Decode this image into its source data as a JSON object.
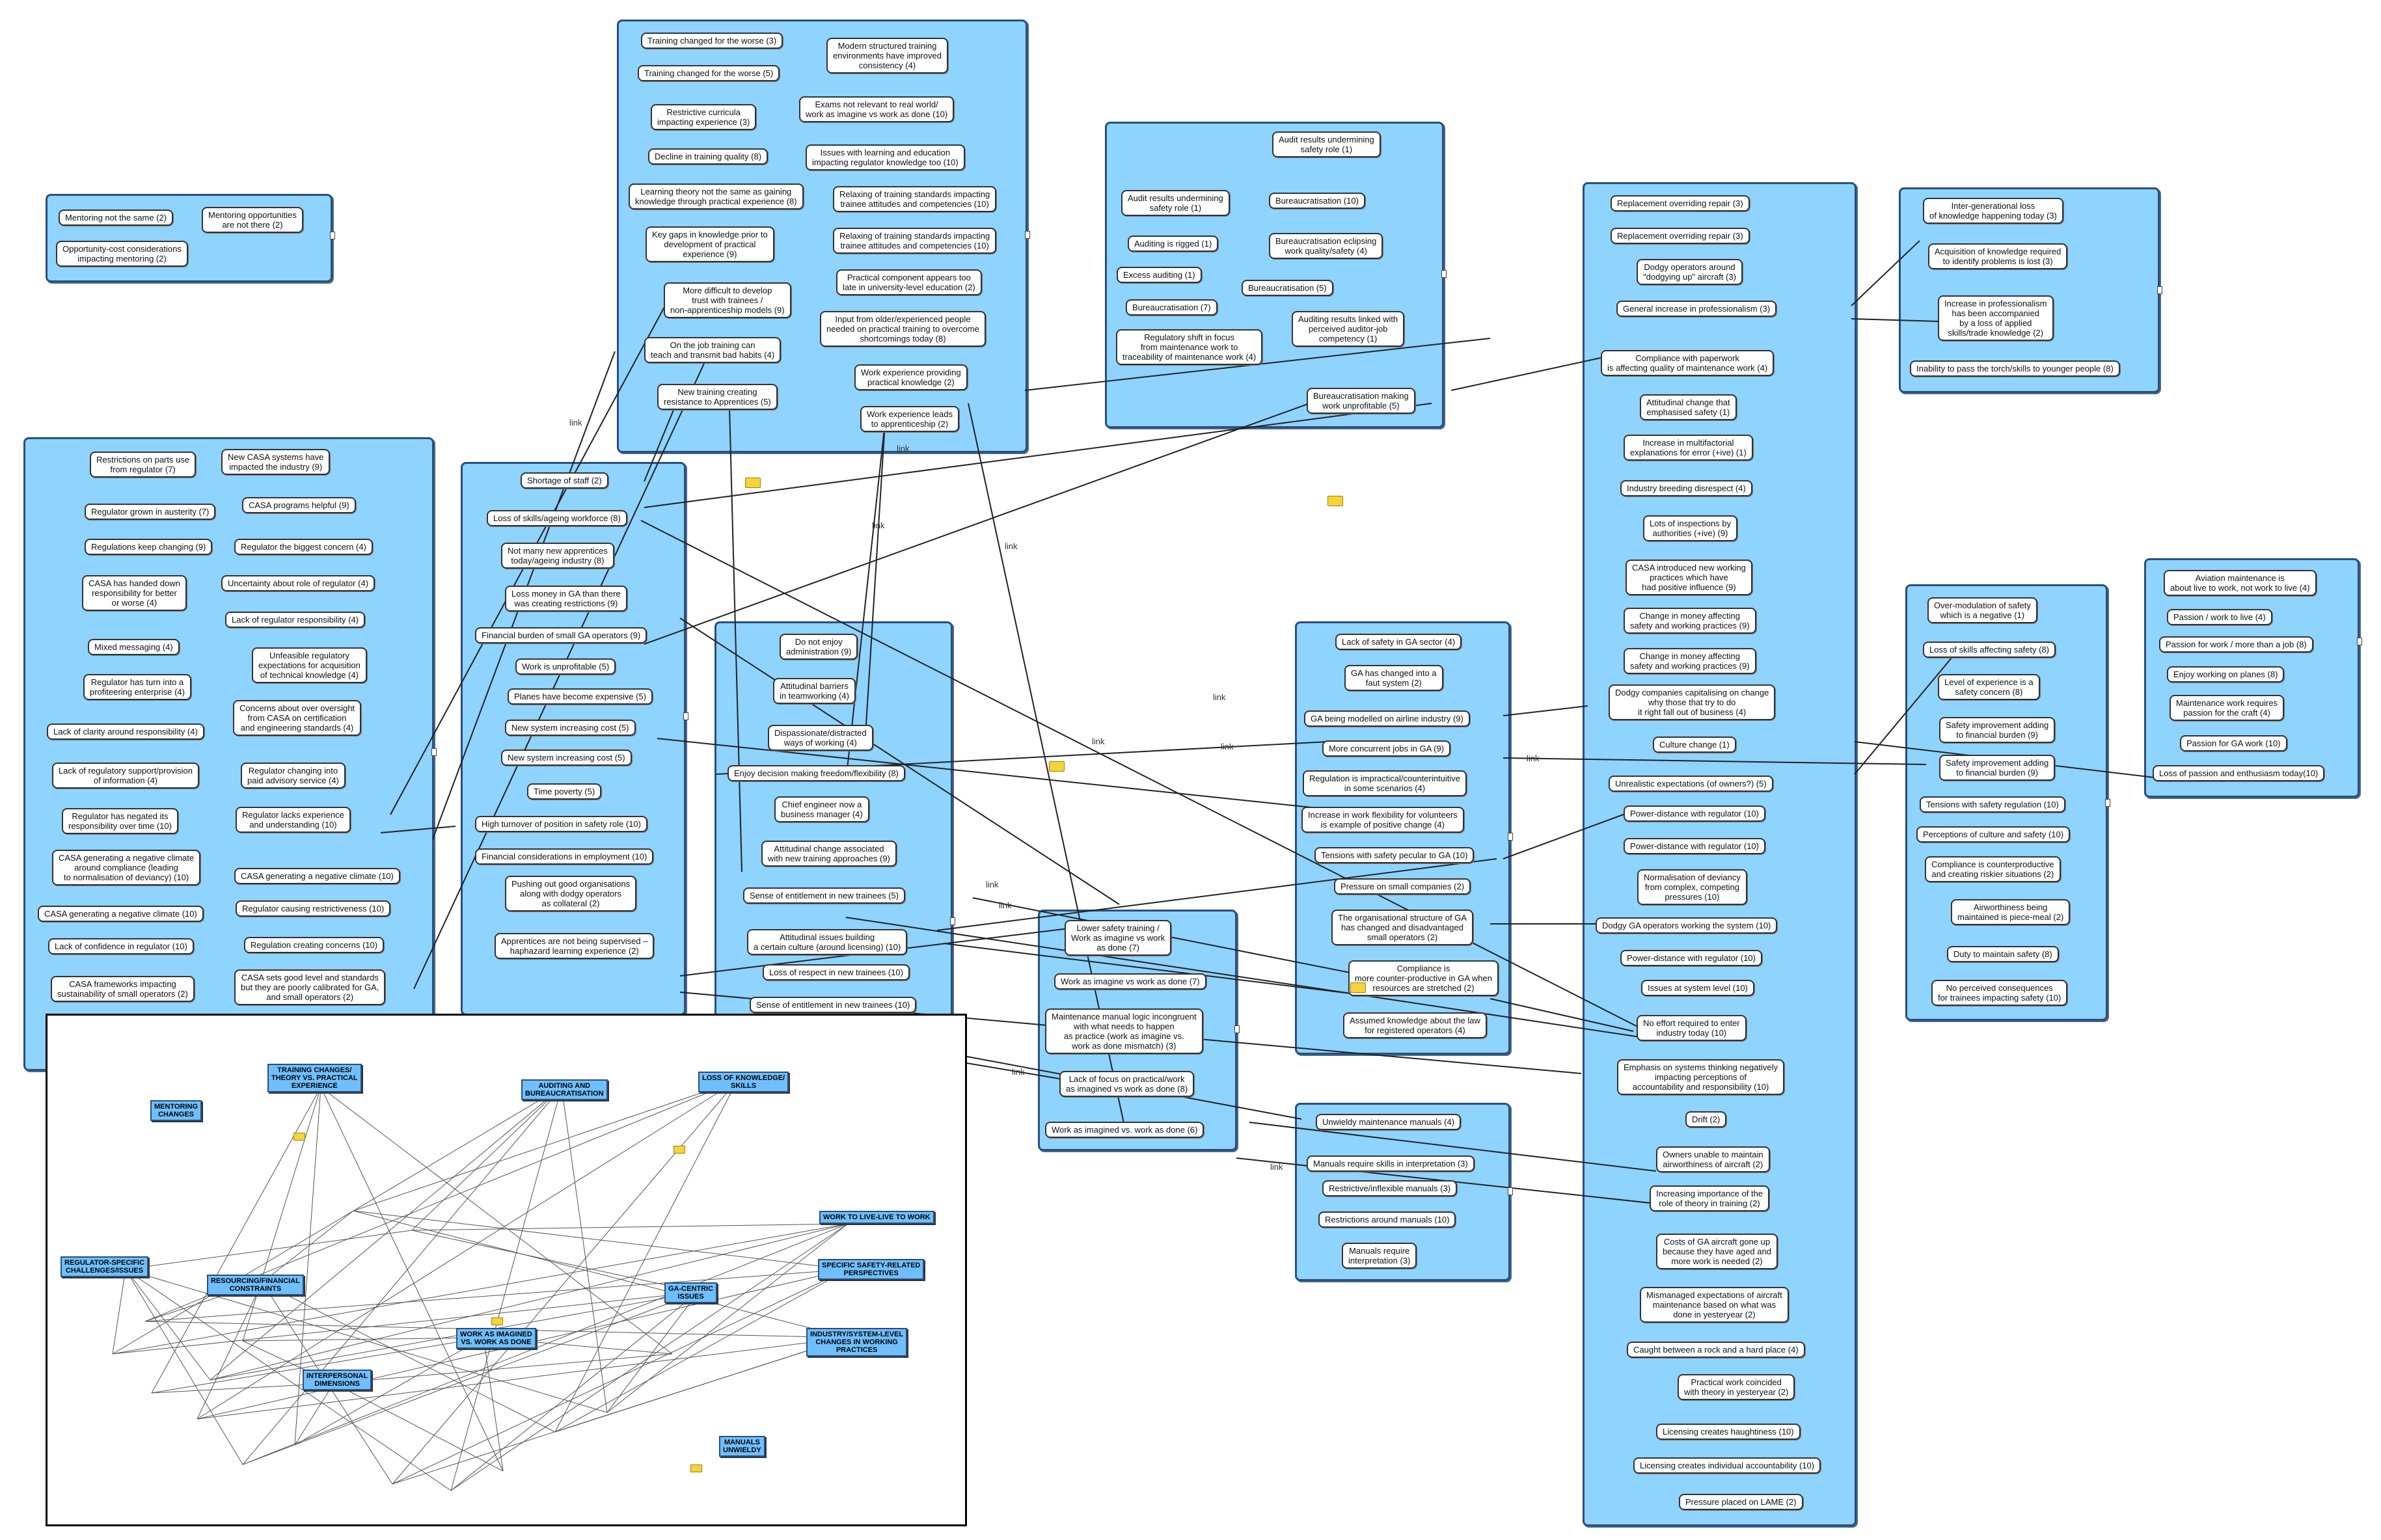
{
  "edge_label": "link",
  "groups": {
    "mentoring": {
      "nodes": [
        "Mentoring not the same (2)",
        "Mentoring opportunities\nare not there (2)",
        "Opportunity-cost considerations\nimpacting mentoring (2)"
      ]
    },
    "training": {
      "nodes": [
        "Training changed for the worse (3)",
        "Training changed for the worse (5)",
        "Modern structured training\nenvironments have improved\nconsistency (4)",
        "Restrictive curricula\nimpacting experience (3)",
        "Exams not relevant to real world/\nwork as imagine vs work as done (10)",
        "Decline in training quality (8)",
        "Issues with learning and education\nimpacting regulator knowledge too (10)",
        "Learning theory not the same as gaining\nknowledge through practical experience (8)",
        "Relaxing of training standards impacting\ntrainee attitudes and competencies (10)",
        "Key gaps in knowledge prior to\ndevelopment of practical\nexperience (9)",
        "Relaxing of training standards impacting\ntrainee attitudes and competencies (10)",
        "More difficult to develop\ntrust with trainees /\nnon-apprenticeship models (9)",
        "Practical component appears too\nlate in university-level education (2)",
        "Input from older/experienced people\nneeded on practical training to overcome\nshortcomings today (8)",
        "On the job training can\nteach and transmit bad habits (4)",
        "Work experience providing\npractical knowledge (2)",
        "New training creating\nresistance to Apprentices (5)",
        "Work experience leads\nto apprenticeship (2)"
      ]
    },
    "auditing": {
      "nodes": [
        "Audit results undermining\nsafety role (1)",
        "Audit results undermining\nsafety role (1)",
        "Bureaucratisation (10)",
        "Auditing is rigged (1)",
        "Bureaucratisation eclipsing\nwork quality/safety (4)",
        "Excess auditing (1)",
        "Bureaucratisation (5)",
        "Bureaucratisation (7)",
        "Auditing results linked with\nperceived auditor-job\ncompetency (1)",
        "Regulatory shift in focus\nfrom maintenance work to\ntraceability of maintenance work (4)",
        "Bureaucratisation making\nwork unprofitable (5)"
      ]
    },
    "knowledge": {
      "nodes": [
        "Inter-generational loss\nof knowledge happening today (3)",
        "Acquisition of knowledge required\nto identify problems is lost (3)",
        "Increase in professionalism\nhas been accompanied\nby a loss of applied\nskills/trade knowledge (2)",
        "Inability to pass the torch/skills to younger people (8)"
      ]
    },
    "regulator": {
      "nodes": [
        "Restrictions on parts use\nfrom regulator (7)",
        "New CASA systems have\nimpacted the industry (9)",
        "Regulator grown in austerity (7)",
        "CASA programs helpful (9)",
        "Regulations keep changing (9)",
        "Regulator the biggest concern (4)",
        "CASA has handed down\nresponsibility for better\nor worse (4)",
        "Uncertainty about role of regulator (4)",
        "Lack of regulator responsibility (4)",
        "Mixed messaging (4)",
        "Unfeasible regulatory\nexpectations for acquisition\nof technical knowledge (4)",
        "Regulator has turn into a\nprofiteering enterprise (4)",
        "Concerns about over oversight\nfrom CASA on certification\nand engineering standards (4)",
        "Lack of clarity around responsibility (4)",
        "Lack of regulatory support/provision\nof information (4)",
        "Regulator changing into\npaid advisory service (4)",
        "Regulator has negated its\nresponsibility over time (10)",
        "Regulator lacks experience\nand understanding (10)",
        "CASA generating a negative climate\naround compliance (leading\nto normalisation of deviancy) (10)",
        "CASA generating a negative climate (10)",
        "CASA generating a negative climate (10)",
        "Regulator causing restrictiveness (10)",
        "Lack of confidence in regulator (10)",
        "Regulation creating concerns (10)",
        "CASA frameworks impacting\nsustainability of small operators (2)",
        "CASA sets good level and standards\nbut they are poorly calibrated for GA,\nand small operators (2)"
      ]
    },
    "resourcing": {
      "nodes": [
        "Shortage of staff (2)",
        "Loss of skills/ageing workforce (8)",
        "Not many new apprentices\ntoday/ageing industry (8)",
        "Loss money in GA than there\nwas creating restrictions (9)",
        "Financial burden of small GA operators (9)",
        "Work is unprofitable (5)",
        "Planes have become expensive (5)",
        "New system increasing cost (5)",
        "New system increasing cost (5)",
        "Time poverty (5)",
        "High turnover of position in safety role (10)",
        "Financial considerations in employment (10)",
        "Pushing out good organisations\nalong with dodgy operators\nas collateral (2)",
        "Apprentices are not being supervised –\nhaphazard learning experience (2)"
      ]
    },
    "interpersonal": {
      "nodes": [
        "Do not enjoy\nadministration (9)",
        "Attitudinal barriers\nin teamworking (4)",
        "Dispassionate/distracted\nways of working (4)",
        "Enjoy decision making freedom/flexibility (8)",
        "Chief engineer now a\nbusiness manager (4)",
        "Attitudinal change associated\nwith new training approaches (9)",
        "Sense of entitlement in new trainees (5)",
        "Attitudinal issues building\na certain culture (around licensing) (10)",
        "Loss of respect in new trainees (10)",
        "Sense of entitlement in new trainees (10)"
      ]
    },
    "wai": {
      "nodes": [
        "Lower safety training /\nWork as imagine vs work\nas done (7)",
        "Work as imagine vs work as done (7)",
        "Maintenance manual logic incongruent\nwith what needs to happen\nas practice (work as imagine vs.\nwork as done mismatch) (3)",
        "Lack of focus on practical/work\nas imagined vs work as done (8)",
        "Work as imagined vs. work as done (6)"
      ]
    },
    "ga": {
      "nodes": [
        "Lack of safety in GA sector (4)",
        "GA has changed into a\nfaut system (2)",
        "GA being modelled on airline industry (9)",
        "More concurrent jobs in GA (9)",
        "Regulation is impractical/counterintuitive\nin some scenarios (4)",
        "Increase in work flexibility for volunteers\nis example of positive change (4)",
        "Tensions with safety pecular to GA (10)",
        "Pressure on small companies (2)",
        "The organisational structure of GA\nhas changed and disadvantaged\nsmall operators (2)",
        "Compliance is\nmore counter-productive in GA when\nresources are stretched (2)",
        "Assumed knowledge about the law\nfor registered operators (4)"
      ]
    },
    "manuals": {
      "nodes": [
        "Unwieldy maintenance manuals (4)",
        "Manuals require skills in interpretation (3)",
        "Restrictive/inflexible manuals (3)",
        "Restrictions around manuals (10)",
        "Manuals require\ninterpretation (3)"
      ]
    },
    "industry": {
      "nodes": [
        "Replacement overriding repair (3)",
        "Replacement overriding repair (3)",
        "Dodgy operators around\n\"dodgying up\" aircraft (3)",
        "General increase in professionalism (3)",
        "Compliance with paperwork\nis affecting quality of maintenance work (4)",
        "Attitudinal change that\nemphasised safety (1)",
        "Increase in multifactorial\nexplanations for error (+ive) (1)",
        "Industry breeding disrespect (4)",
        "Lots of inspections by\nauthorities (+ive) (9)",
        "CASA introduced new working\npractices which have\nhad positive influence (9)",
        "Change in money affecting\nsafety and working practices (9)",
        "Change in money affecting\nsafety and working practices (9)",
        "Dodgy companies capitalising on change\nwhy those that try to do\nit right fall out of business (4)",
        "Culture change (1)",
        "Unrealistic expectations (of owners?) (5)",
        "Power-distance with regulator (10)",
        "Power-distance with regulator (10)",
        "Normalisation of deviancy\nfrom complex, competing\npressures (10)",
        "Dodgy GA operators working the system (10)",
        "Power-distance with regulator (10)",
        "Issues at system level (10)",
        "No effort required to enter\nindustry today (10)",
        "Emphasis on systems thinking negatively\nimpacting perceptions of\naccountability and responsibility (10)",
        "Drift (2)",
        "Owners unable to maintain\nairworthiness of aircraft (2)",
        "Increasing importance of the\nrole of theory in training (2)",
        "Costs of GA aircraft gone up\nbecause they have aged and\nmore work is needed (2)",
        "Mismanaged expectations of aircraft\nmaintenance based on what was\ndone in yesteryear (2)",
        "Caught between a rock and a hard place (4)",
        "Practical work coincided\nwith theory in yesteryear (2)",
        "Licensing creates haughtiness (10)",
        "Licensing creates individual accountability (10)",
        "Pressure placed on LAME (2)"
      ]
    },
    "safety": {
      "nodes": [
        "Over-modulation of safety\nwhich is a negative (1)",
        "Loss of skills affecting safety (8)",
        "Level of experience is a\nsafety concern (8)",
        "Safety improvement adding\nto financial burden (9)",
        "Safety improvement adding\nto financial burden (9)",
        "Tensions with safety regulation (10)",
        "Perceptions of culture and safety (10)",
        "Compliance is counterproductive\nand creating riskier situations (2)",
        "Airworthiness being\nmaintained is piece-meal (2)",
        "Duty to maintain safety (8)",
        "No perceived consequences\nfor trainees impacting safety (10)"
      ]
    },
    "passion": {
      "nodes": [
        "Aviation maintenance is\nabout live to work, not work to live (4)",
        "Passion / work to live (4)",
        "Passion for work / more than a job (8)",
        "Enjoy working on planes (8)",
        "Maintenance work requires\npassion for the craft (4)",
        "Passion for GA work (10)",
        "Loss of passion and enthusiasm today(10)"
      ]
    }
  },
  "overview": {
    "categories": [
      "MENTORING\nCHANGES",
      "TRAINING CHANGES/\nTHEORY VS. PRACTICAL\nEXPERIENCE",
      "AUDITING AND\nBUREAUCRATISATION",
      "LOSS OF KNOWLEDGE/\nSKILLS",
      "WORK TO LIVE-LIVE TO WORK",
      "REGULATOR-SPECIFIC\nCHALLENGES/ISSUES",
      "RESOURCING/FINANCIAL\nCONSTRAINTS",
      "GA-CENTRIC\nISSUES",
      "SPECIFIC SAFETY-RELATED\nPERSPECTIVES",
      "WORK AS IMAGINED\nVS. WORK AS DONE",
      "INDUSTRY/SYSTEM-LEVEL\nCHANGES IN WORKING\nPRACTICES",
      "INTERPERSONAL\nDIMENSIONS",
      "MANUALS\nUNWIELDY"
    ],
    "edge_label": "link"
  }
}
